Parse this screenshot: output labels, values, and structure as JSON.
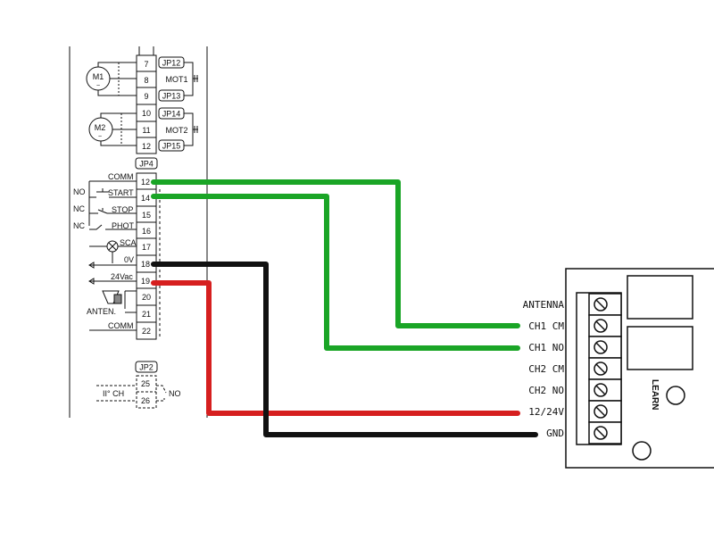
{
  "controller": {
    "terminals": [
      "7",
      "8",
      "9",
      "10",
      "11",
      "12",
      "JP4",
      "12",
      "14",
      "15",
      "16",
      "17",
      "18",
      "19",
      "20",
      "21",
      "22",
      "25",
      "26"
    ],
    "terminal_rows": [
      {
        "num": "7"
      },
      {
        "num": "8"
      },
      {
        "num": "9"
      },
      {
        "num": "10"
      },
      {
        "num": "11"
      },
      {
        "num": "12"
      },
      {
        "num": "12"
      },
      {
        "num": "14"
      },
      {
        "num": "15"
      },
      {
        "num": "16"
      },
      {
        "num": "17"
      },
      {
        "num": "18"
      },
      {
        "num": "19"
      },
      {
        "num": "20"
      },
      {
        "num": "21"
      },
      {
        "num": "22"
      }
    ],
    "jumpers": {
      "jp12": "JP12",
      "jp13": "JP13",
      "jp14": "JP14",
      "jp15": "JP15",
      "jp4": "JP4",
      "jp2": "JP2"
    },
    "motor_labels": {
      "mot1": "MOT1",
      "mot2": "MOT2",
      "m1": "M1",
      "m2": "M2"
    },
    "signal_labels": {
      "comm_top": "COMM",
      "start": "START",
      "stop": "STOP",
      "phot": "PHOT",
      "sca": "SCA",
      "zero_v": "0V",
      "vac": "24Vac",
      "anten": "ANTEN.",
      "comm_bottom": "COMM"
    },
    "side_labels": {
      "no_start": "NO",
      "nc_stop": "NC",
      "nc_phot": "NC"
    },
    "jp2_block": {
      "t25": "25",
      "t26": "26",
      "ch2": "II° CH",
      "no": "NO"
    }
  },
  "receiver": {
    "terminals": [
      "ANTENNA",
      "CH1 CM",
      "CH1 NO",
      "CH2 CM",
      "CH2 NO",
      "12/24V",
      "GND"
    ],
    "learn_label": "LEARN"
  },
  "wires": [
    {
      "name": "wire-green-comm",
      "color": "#1aa526",
      "from": "12 COMM",
      "to": "CH1 CM"
    },
    {
      "name": "wire-green-start",
      "color": "#1aa526",
      "from": "14 START",
      "to": "CH1 NO"
    },
    {
      "name": "wire-black-0v",
      "color": "#111111",
      "from": "18 0V",
      "to": "GND"
    },
    {
      "name": "wire-red-24vac",
      "color": "#d61f1f",
      "from": "19 24Vac",
      "to": "12/24V"
    }
  ]
}
